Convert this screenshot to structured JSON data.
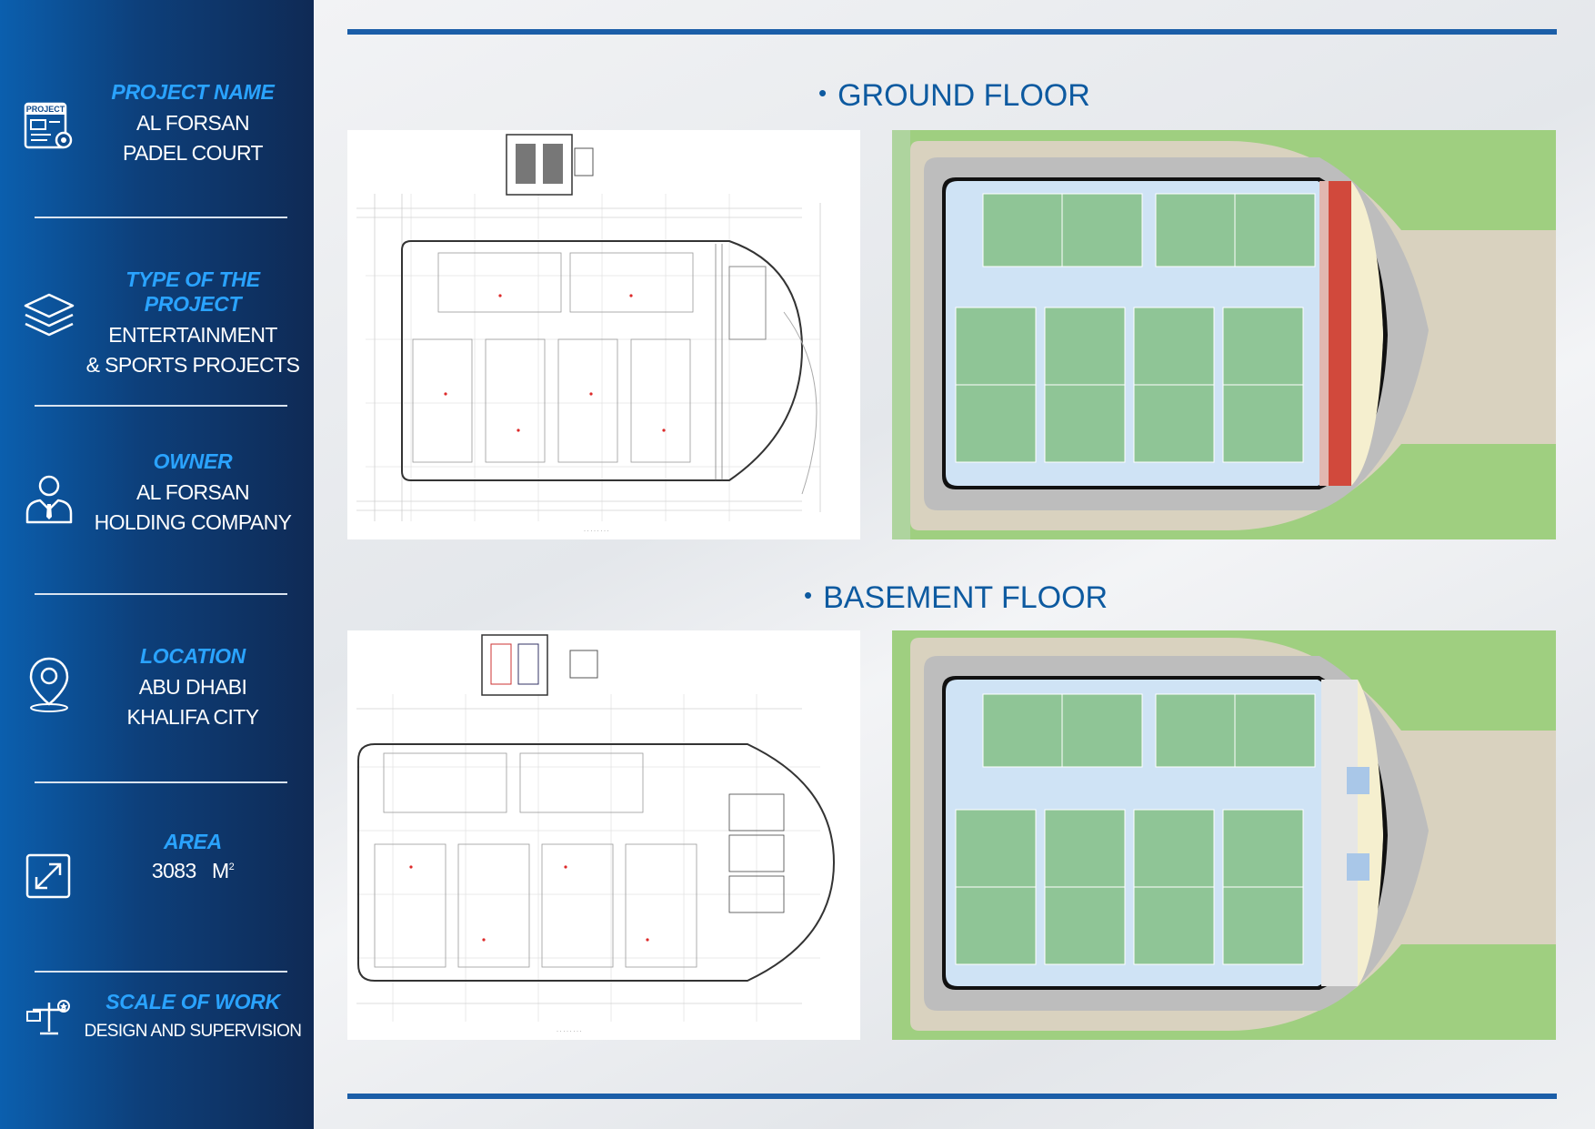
{
  "sidebar": {
    "project_name": {
      "label": "PROJECT NAME",
      "line1": "AL FORSAN",
      "line2": "PADEL COURT",
      "icon": "project-document-icon"
    },
    "project_type": {
      "label": "TYPE OF THE PROJECT",
      "line1": "ENTERTAINMENT",
      "line2": "& SPORTS PROJECTS",
      "icon": "layers-icon"
    },
    "owner": {
      "label": "OWNER",
      "line1": "AL FORSAN",
      "line2": "HOLDING COMPANY",
      "icon": "businessman-icon"
    },
    "location": {
      "label": "LOCATION",
      "line1": "ABU DHABI",
      "line2": "KHALIFA CITY",
      "icon": "map-pin-icon"
    },
    "area": {
      "label": "AREA",
      "value": "3083",
      "unit": "M",
      "unit_sup": "2",
      "icon": "expand-arrows-icon"
    },
    "scale": {
      "label": "SCALE OF WORK",
      "value": "DESIGN AND SUPERVISION",
      "icon": "scale-balance-icon"
    }
  },
  "main": {
    "ground_heading": "GROUND FLOOR",
    "basement_heading": "BASEMENT FLOOR",
    "bullet": "•"
  },
  "colors": {
    "accent_blue": "#1b5ea8",
    "label_blue": "#2aa3ff",
    "court_green": "#8fc596",
    "pool_blue": "#cfe3f5",
    "grass_green": "#9fcf80"
  }
}
